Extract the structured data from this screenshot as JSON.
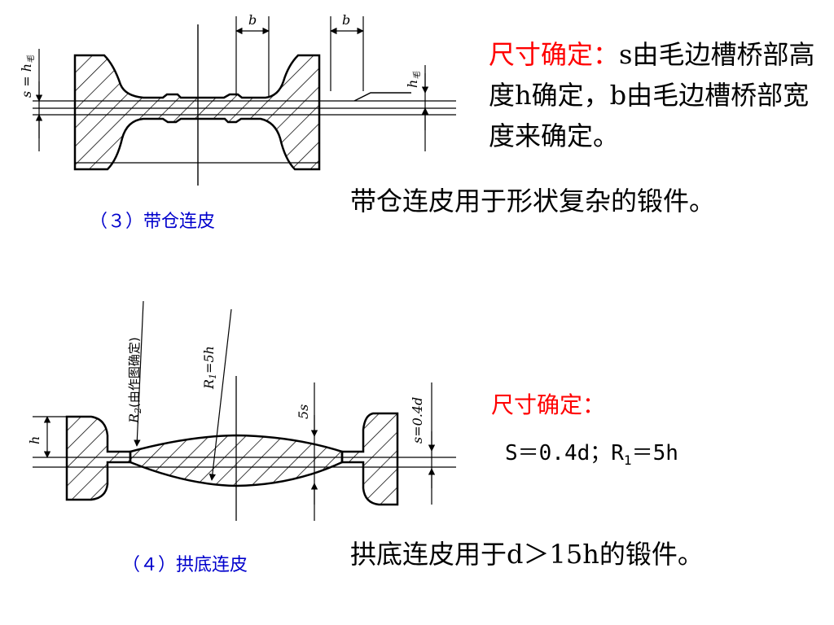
{
  "section1": {
    "heading": "尺寸确定：",
    "body": "s由毛边槽桥部高度h确定，b由毛边槽桥部宽度来确定。",
    "statement": "带仓连皮用于形状复杂的锻件。",
    "caption": "（３）带仓连皮",
    "diagram": {
      "label_b_left": "b",
      "label_b_right": "b",
      "label_s_eq_h": "s = h",
      "label_s_sub": "毛",
      "label_h": "h",
      "label_h_sub": "毛"
    }
  },
  "section2": {
    "heading": "尺寸确定：",
    "formula_prefix": "S＝0.4d；R",
    "formula_sub": "1",
    "formula_suffix": "＝5h",
    "statement": "拱底连皮用于d＞15h的锻件。",
    "caption": "（４）拱底连皮",
    "diagram": {
      "label_r2": "R",
      "label_r2_sub": "2",
      "label_r2_note": "(由作图确定)",
      "label_r1": "R",
      "label_r1_sub": "1",
      "label_r1_value": "=5h",
      "label_5s": "5s",
      "label_s": "s=0.4d",
      "label_h": "h"
    }
  },
  "colors": {
    "heading": "#ff0000",
    "caption": "#0000cc",
    "text": "#000000"
  }
}
